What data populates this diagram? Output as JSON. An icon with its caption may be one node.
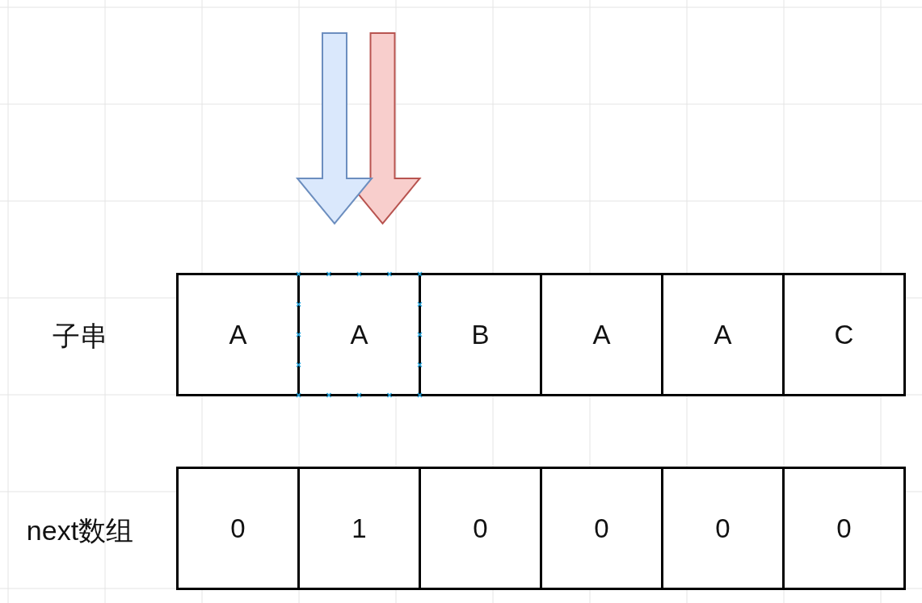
{
  "diagram": {
    "nodes": [
      {
        "text": [
          "A"
        ]
      },
      {
        "text": [
          "A"
        ]
      },
      {
        "text": [
          "B"
        ]
      },
      {
        "text": [
          "A"
        ]
      },
      {
        "text": [
          "A"
        ]
      },
      {
        "text": [
          "C"
        ]
      },
      {
        "text": [
          "0"
        ]
      },
      {
        "text": [
          "1"
        ]
      },
      {
        "text": [
          "0"
        ]
      },
      {
        "text": [
          "0"
        ]
      },
      {
        "text": [
          "0"
        ]
      },
      {
        "text": [
          "0"
        ]
      }
    ],
    "labels": [
      "子串",
      "next数组"
    ]
  }
}
